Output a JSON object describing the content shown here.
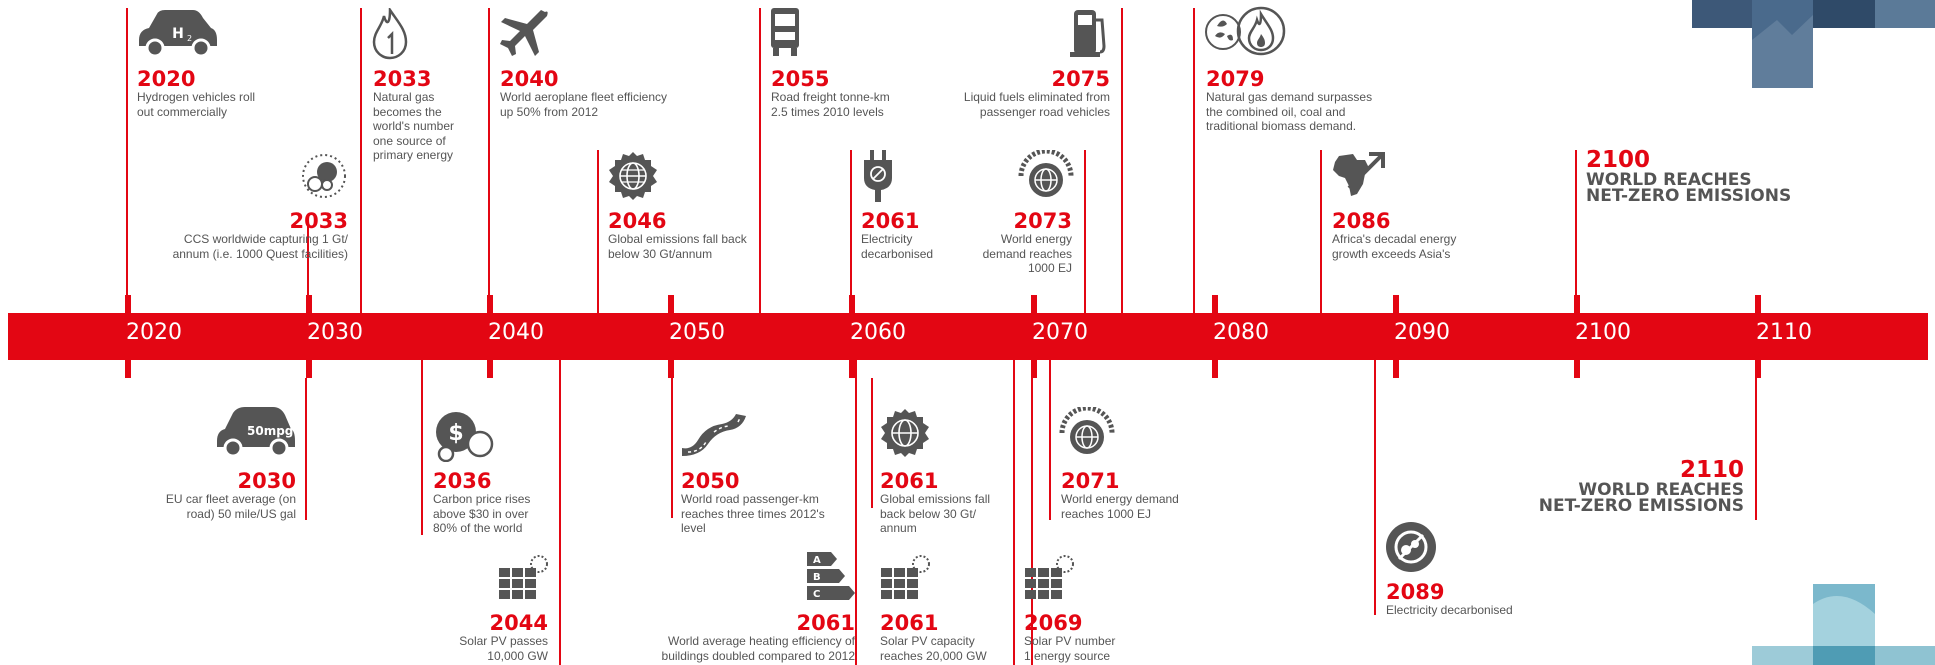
{
  "decades": [
    "2020",
    "2030",
    "2040",
    "2050",
    "2060",
    "2070",
    "2080",
    "2090",
    "2100",
    "2110"
  ],
  "top_events": [
    {
      "year": "2020",
      "text": "Hydrogen vehicles roll out commercially",
      "icon": "hydrogen-car-icon"
    },
    {
      "year": "2033",
      "text": "CCS worldwide capturing 1 Gt/ annum (i.e. 1000 Quest facilities)",
      "icon": "ccs-icon"
    },
    {
      "year": "2033",
      "text": "Natural gas becomes the world's number one source of primary energy",
      "icon": "gas-flame-icon"
    },
    {
      "year": "2040",
      "text": "World aeroplane fleet efficiency up 50% from 2012",
      "icon": "aeroplane-icon"
    },
    {
      "year": "2046",
      "text": "Global emissions fall back below 30 Gt/annum",
      "icon": "globe-icon"
    },
    {
      "year": "2055",
      "text": "Road freight tonne-km 2.5 times 2010 levels",
      "icon": "truck-icon"
    },
    {
      "year": "2061",
      "text": "Electricity decarbonised",
      "icon": "plug-icon"
    },
    {
      "year": "2073",
      "text": "World energy demand reaches 1000 EJ",
      "icon": "globe-gauge-icon"
    },
    {
      "year": "2075",
      "text": "Liquid fuels eliminated from passenger road vehicles",
      "icon": "fuel-pump-icon"
    },
    {
      "year": "2079",
      "text": "Natural gas demand surpasses the combined oil, coal and traditional biomass demand.",
      "icon": "biomass-flame-icon"
    },
    {
      "year": "2086",
      "text": "Africa's decadal energy growth exceeds Asia's",
      "icon": "africa-arrow-icon"
    },
    {
      "year": "2100",
      "line1": "WORLD REACHES",
      "line2": "NET-ZERO EMISSIONS"
    }
  ],
  "bottom_events": [
    {
      "year": "2030",
      "text": "EU car fleet average (on road) 50 mile/US gal",
      "icon": "car-50mpg-icon",
      "badge": "50mpg"
    },
    {
      "year": "2036",
      "text": "Carbon price rises above $30 in over 80% of the world",
      "icon": "carbon-price-icon",
      "badge": "$"
    },
    {
      "year": "2044",
      "text": "Solar PV passes 10,000 GW",
      "icon": "solar-panel-icon"
    },
    {
      "year": "2050",
      "text": "World road passenger-km reaches three times 2012's level",
      "icon": "road-icon"
    },
    {
      "year": "2061",
      "text": "World average heating efficiency of buildings doubled compared to 2012",
      "icon": "efficiency-rating-icon",
      "labels": [
        "A",
        "B",
        "C"
      ]
    },
    {
      "year": "2061",
      "text": "Global emissions fall back below 30 Gt/ annum",
      "icon": "globe-icon"
    },
    {
      "year": "2061",
      "text": "Solar PV capacity reaches 20,000 GW",
      "icon": "solar-panel-icon"
    },
    {
      "year": "2069",
      "text": "Solar PV number 1 energy source",
      "icon": "solar-panel-icon"
    },
    {
      "year": "2071",
      "text": "World energy demand reaches 1000 EJ",
      "icon": "globe-gauge-icon"
    },
    {
      "year": "2089",
      "text": "Electricity decarbonised",
      "icon": "no-emissions-icon"
    },
    {
      "year": "2110",
      "line1": "WORLD REACHES",
      "line2": "NET-ZERO EMISSIONS"
    }
  ],
  "colors": {
    "accent": "#e30613",
    "text": "#555555",
    "icon": "#555555"
  }
}
